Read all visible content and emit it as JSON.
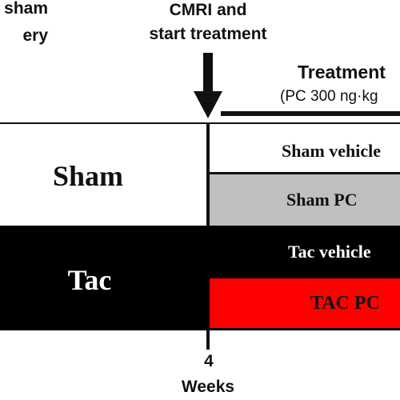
{
  "annotations": {
    "top_left": "sham\nery",
    "cmri": "CMRI and\nstart treatment",
    "treatment_title": "Treatment",
    "treatment_dose": "(PC 300 ng·kg"
  },
  "groups": {
    "sham": "Sham",
    "tac": "Tac",
    "sham_vehicle": "Sham vehicle",
    "sham_pc": "Sham PC",
    "tac_vehicle": "Tac vehicle",
    "tac_pc": "TAC PC"
  },
  "timeline": {
    "week_number": "4",
    "week_unit": "Weeks"
  },
  "colors": {
    "sham_pc_fill": "#bfbfbf",
    "tac_fill": "#000000",
    "tac_pc_fill": "#ff0000"
  }
}
